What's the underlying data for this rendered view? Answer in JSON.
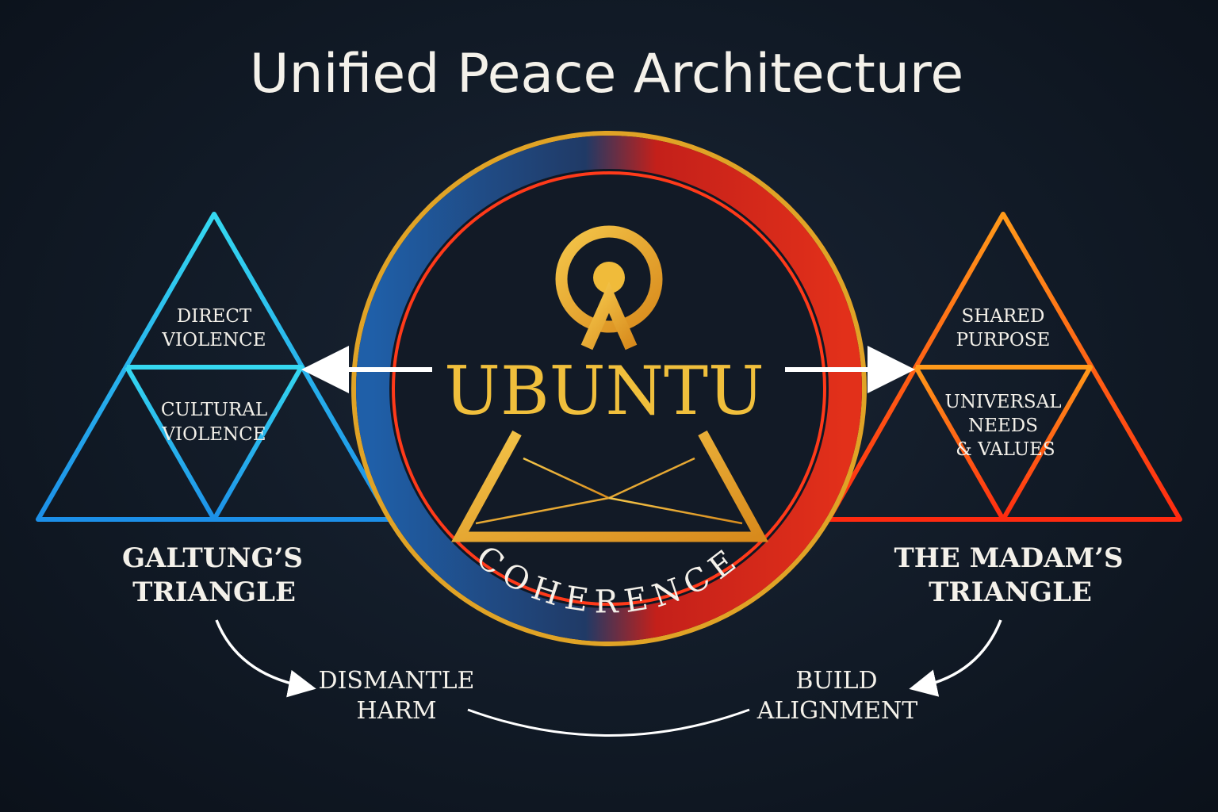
{
  "title": "Unified Peace Architecture",
  "center": {
    "label": "UBUNTU",
    "ring_label": "COHERENCE"
  },
  "left_triangle": {
    "top": [
      "DIRECT",
      "VIOLENCE"
    ],
    "middle": [
      "CULTURAL",
      "VIOLENCE"
    ],
    "caption": [
      "GALTUNG’S",
      "TRIANGLE"
    ],
    "outcome": [
      "DISMANTLE",
      "HARM"
    ]
  },
  "right_triangle": {
    "top": [
      "SHARED",
      "PURPOSE"
    ],
    "middle": [
      "UNIVERSAL",
      "NEEDS",
      "& VALUES"
    ],
    "caption": [
      "THE MADAM’S",
      "TRIANGLE"
    ],
    "outcome": [
      "BUILD",
      "ALIGNMENT"
    ]
  },
  "colors": {
    "left": "#2ab8f0",
    "right": "#ff4a1a",
    "gold": "#e8b12c",
    "text": "#f4f1ea"
  }
}
